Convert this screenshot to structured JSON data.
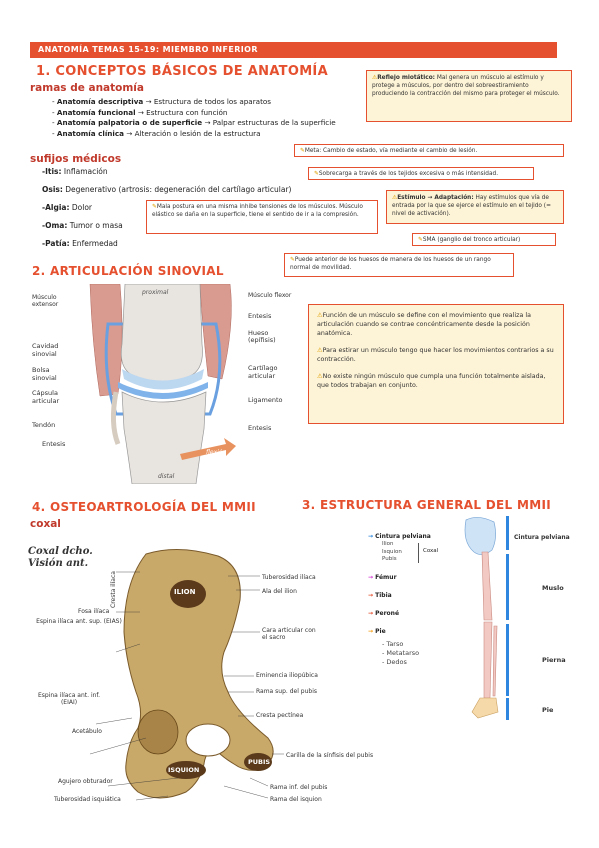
{
  "banner": "ANATOMÍA TEMAS 15-19: MIEMBRO INFERIOR",
  "section1": {
    "title": "1. CONCEPTOS BÁSICOS DE ANATOMÍA",
    "ramas_title": "ramas de anatomía",
    "ramas": [
      {
        "name": "Anatomía descriptiva",
        "desc": "→ Estructura de todos los aparatos"
      },
      {
        "name": "Anatomía funcional",
        "desc": "→ Estructura con función"
      },
      {
        "name": "Anatomía palpatoria o de superficie",
        "desc": "→ Palpar estructuras de la superficie"
      },
      {
        "name": "Anatomía clínica",
        "desc": "→ Alteración o lesión de la estructura"
      }
    ],
    "sufijos_title": "sufijos médicos",
    "sufijos": [
      {
        "name": "-Itis:",
        "desc": " Inflamación"
      },
      {
        "name": "Osis:",
        "desc": " Degenerativo (artrosis: degeneración del cartílago articular)"
      },
      {
        "name": "-Algia:",
        "desc": " Dolor"
      },
      {
        "name": "-Oma:",
        "desc": " Tumor o masa"
      },
      {
        "name": "-Patía:",
        "desc": " Enfermedad"
      }
    ]
  },
  "notes": {
    "reflejo": {
      "title": "Reflejo miotático:",
      "text": " Mal genera un músculo al estímulo y protege a músculos, por dentro del sobreestiramiento produciendo la contracción del mismo para proteger el músculo."
    },
    "meta": "Meta: Cambio de estado, vía mediante el cambio de lesión.",
    "sobrecarga": "Sobrecarga a través de los tejidos excesiva o más intensidad.",
    "estimulo": {
      "title": "Estímulo → Adaptación:",
      "text": " Hay estímulos que vía de entrada por la que se ejerce el estímulo en el tejido (= nivel de activación)."
    },
    "mala_postura": "Mala postura en una misma inhibe tensiones de los músculos. Músculo elástico se daña en la superficie, tiene el sentido de ir a la compresión.",
    "sma": "SMA (ganglio del tronco articular)",
    "puede_anterior": "Puede anterior de los huesos de manera de los huesos de un rango normal de movilidad."
  },
  "section2": {
    "title": "2. ARTICULACIÓN SINOVIAL",
    "labels_left": [
      "Músculo extensor",
      "Cavidad sinovial",
      "Bolsa sinovial",
      "Cápsula articular",
      "Tendón",
      "Entesis"
    ],
    "labels_right": [
      "Músculo flexor",
      "Entesis",
      "Hueso (epífisis)",
      "Cartílago articular",
      "Ligamento",
      "Entesis"
    ],
    "label_top": "proximal",
    "label_bottom": "distal",
    "label_flexion": "flexión",
    "notes": [
      "Función de un músculo se define con el movimiento que realiza la articulación cuando se contrae concéntricamente desde la posición anatómica.",
      "Para estirar un músculo tengo que hacer los movimientos contrarios a su contracción.",
      "No existe ningún músculo que cumpla una función totalmente aislada, que todos trabajan en conjunto."
    ]
  },
  "section4": {
    "title": "4. OSTEOARTROLOGÍA DEL MMII",
    "subtitle": "coxal",
    "fig_title_line1": "Coxal dcho.",
    "fig_title_line2": "Visión ant.",
    "labels": [
      "Cresta ilíaca",
      "Fosa ilíaca",
      "Espina ilíaca ant. sup. (EIAS)",
      "Espina ilíaca ant. inf. (EIAI)",
      "Acetábulo",
      "Agujero obturador",
      "Tuberosidad isquiática",
      "Tuberosidad ilíaca",
      "Ala del ilion",
      "Cara articular con el sacro",
      "Eminencia iliopúbica",
      "Rama sup. del pubis",
      "Cresta pectínea",
      "Carilla de la sínfisis del pubis",
      "Rama inf. del pubis",
      "Rama del isquion"
    ],
    "bone_labels": [
      "ILION",
      "ISQUION",
      "PUBIS"
    ]
  },
  "section3": {
    "title": "3. ESTRUCTURA GENERAL DEL MMII",
    "legend": [
      {
        "label": "Cintura pelviana",
        "color": "#2e86de"
      },
      {
        "label": "Fémur",
        "color": "#d63bd6"
      },
      {
        "label": "Tibia",
        "color": "#e5502f"
      },
      {
        "label": "Peroné",
        "color": "#e5502f"
      },
      {
        "label": "Pie",
        "color": "#f39c12"
      }
    ],
    "coxal_parts": [
      "Ilion",
      "Isquion",
      "Pubis"
    ],
    "coxal_label": "Coxal",
    "pie_parts": [
      "Tarso",
      "Metatarso",
      "Dedos"
    ],
    "regions": [
      "Cintura pelviana",
      "Muslo",
      "Pierna",
      "Pie"
    ]
  }
}
